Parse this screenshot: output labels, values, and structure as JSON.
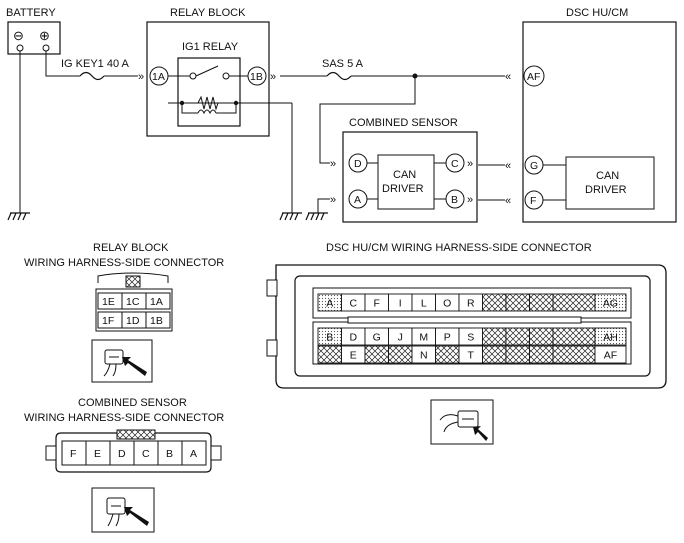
{
  "labels": {
    "battery": "BATTERY",
    "relay_block": "RELAY BLOCK",
    "dsc": "DSC HU/CM",
    "ig1_relay": "IG1 RELAY",
    "ig_fuse": "IG KEY1 40 A",
    "sas_fuse": "SAS 5 A",
    "combined_sensor": "COMBINED SENSOR",
    "can_driver_line1": "CAN",
    "can_driver_line2": "DRIVER",
    "relay_conn_line1": "RELAY BLOCK",
    "relay_conn_line2": "WIRING HARNESS-SIDE CONNECTOR",
    "combined_conn_line1": "COMBINED SENSOR",
    "combined_conn_line2": "WIRING HARNESS-SIDE CONNECTOR",
    "dsc_conn_title": "DSC HU/CM WIRING HARNESS-SIDE CONNECTOR"
  },
  "battery_symbols": {
    "minus": "⊖",
    "plus": "⊕"
  },
  "pins": {
    "relay_1a": "1A",
    "relay_1b": "1B",
    "dsc_af": "AF",
    "dsc_g": "G",
    "dsc_f": "F",
    "sensor_d": "D",
    "sensor_a": "A",
    "sensor_c": "C",
    "sensor_b": "B"
  },
  "relay_connector": {
    "rows": [
      [
        "1E",
        "1C",
        "1A"
      ],
      [
        "1F",
        "1D",
        "1B"
      ]
    ]
  },
  "combined_connector": {
    "cells": [
      "F",
      "E",
      "D",
      "C",
      "B",
      "A"
    ]
  },
  "dsc_connector": {
    "row1": [
      "A",
      "C",
      "F",
      "I",
      "L",
      "O",
      "R",
      "",
      "",
      "",
      "",
      "AG"
    ],
    "row2": [
      "B",
      "D",
      "G",
      "J",
      "M",
      "P",
      "S",
      "",
      "",
      "",
      "",
      "AH"
    ],
    "row3": [
      "",
      "E",
      "",
      "",
      "N",
      "",
      "T",
      "",
      "",
      "",
      "",
      "AF"
    ]
  },
  "icons": {
    "ground": "ground-symbol",
    "fuse": "fuse-symbol",
    "connector_view": "connector-view-icon",
    "hatched": "unused-terminal-hatch"
  }
}
